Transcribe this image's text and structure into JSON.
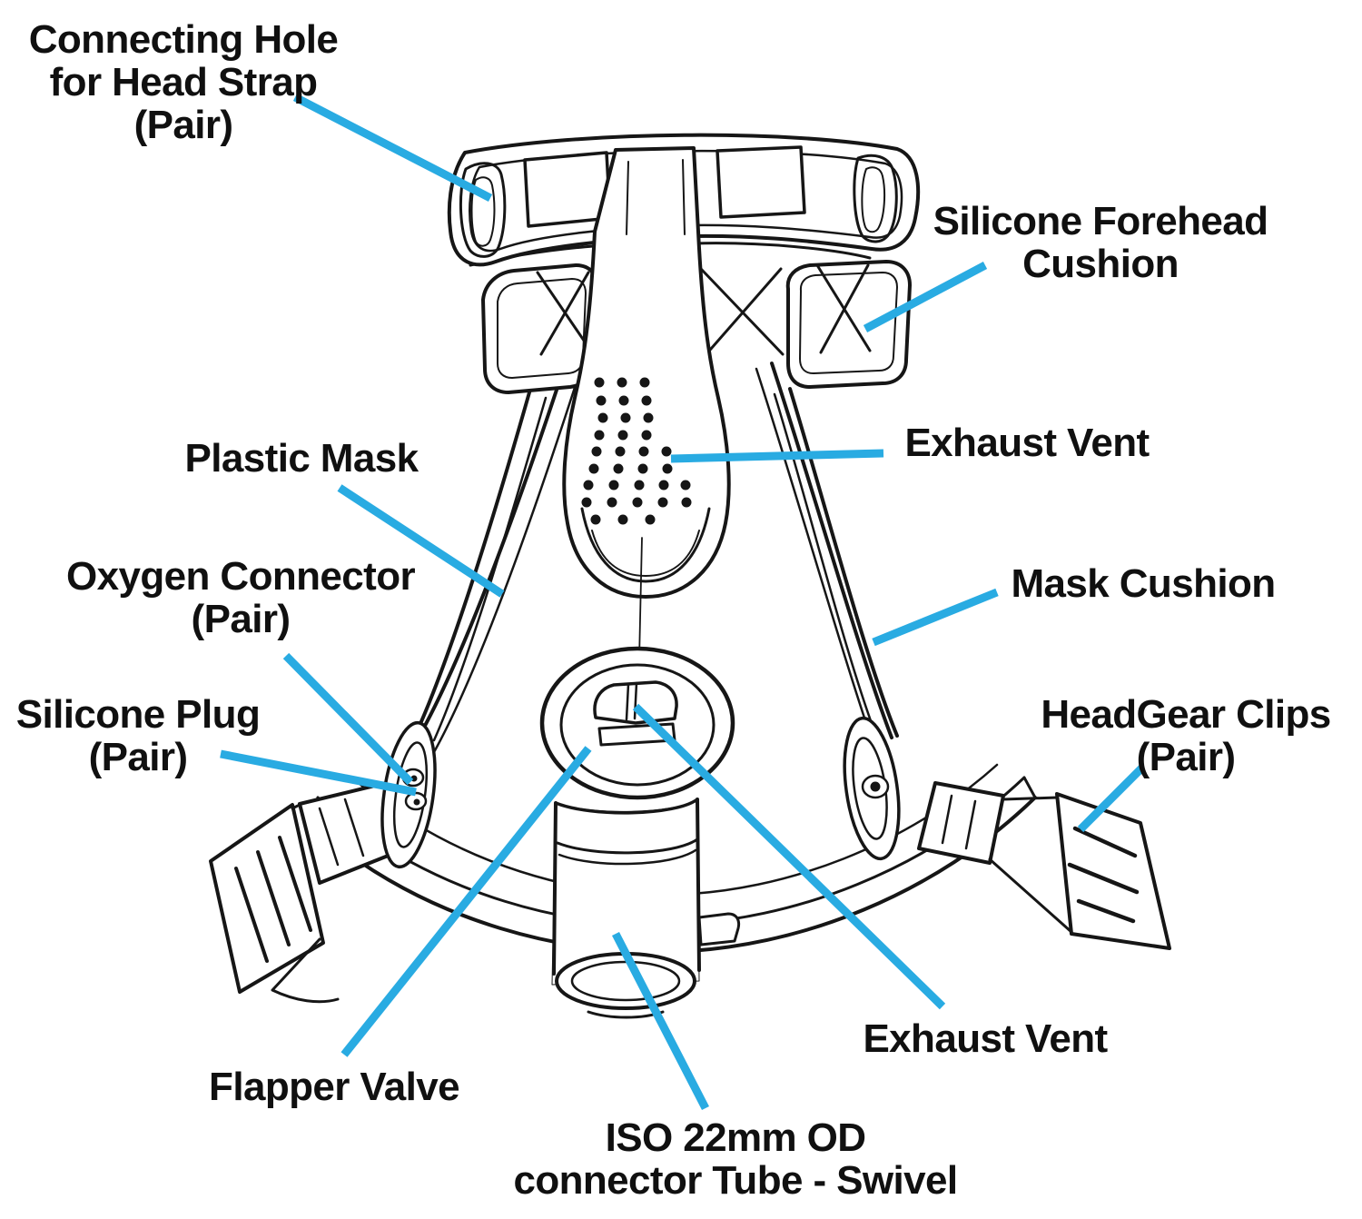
{
  "colors": {
    "accent": "#29abe2",
    "ink": "#161616",
    "background": "#ffffff"
  },
  "labels": {
    "connecting_hole": {
      "lines": [
        "Connecting Hole",
        "for Head Strap",
        "(Pair)"
      ]
    },
    "silicone_forehead": {
      "lines": [
        "Silicone Forehead",
        "Cushion"
      ]
    },
    "plastic_mask": {
      "lines": [
        "Plastic Mask"
      ]
    },
    "exhaust_vent_top": {
      "lines": [
        "Exhaust Vent"
      ]
    },
    "oxygen_connector": {
      "lines": [
        "Oxygen Connector",
        "(Pair)"
      ]
    },
    "mask_cushion": {
      "lines": [
        "Mask Cushion"
      ]
    },
    "silicone_plug": {
      "lines": [
        "Silicone Plug",
        "(Pair)"
      ]
    },
    "headgear_clips": {
      "lines": [
        "HeadGear Clips",
        "(Pair)"
      ]
    },
    "flapper_valve": {
      "lines": [
        "Flapper Valve"
      ]
    },
    "exhaust_vent_bottom": {
      "lines": [
        "Exhaust Vent"
      ]
    },
    "iso_connector": {
      "lines": [
        "ISO 22mm OD",
        "connector Tube - Swivel"
      ]
    }
  }
}
